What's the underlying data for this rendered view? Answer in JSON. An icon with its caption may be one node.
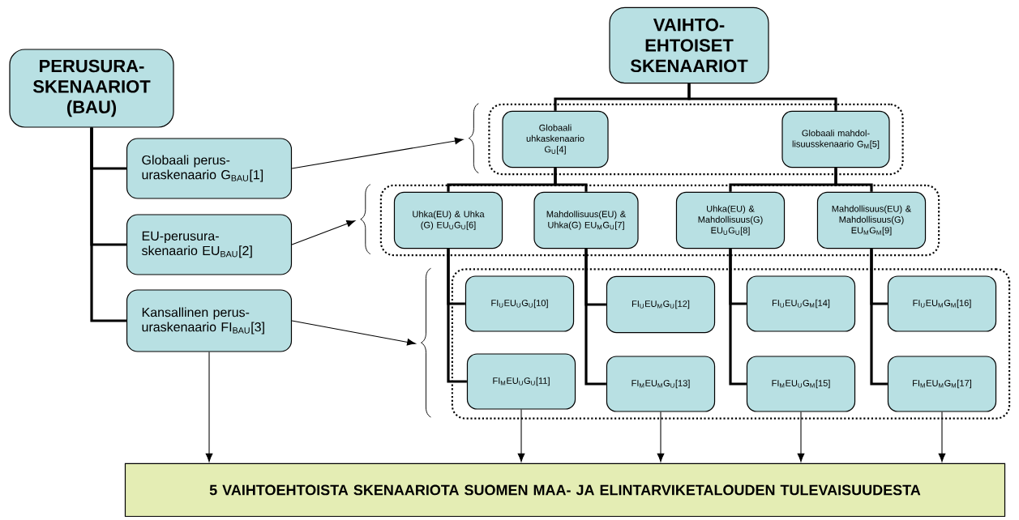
{
  "diagram": {
    "nodes": [
      {
        "text": [
          "PERUSURA- SKENAARIOT (BAU)"
        ]
      },
      {
        "text": [
          "Globaali perus- uraskenaario G$_{BAU}$[1]"
        ]
      },
      {
        "text": [
          "EU-perusura- skenaario EU$_{BAU}$[2]"
        ]
      },
      {
        "text": [
          "Kansallinen perus- uraskenaario FI$_{BAU}$[3]"
        ]
      },
      {
        "text": [
          "VAIHTO- EHTOISET SKENAARIOT"
        ]
      },
      {
        "text": [],
        "shape": "box"
      },
      {
        "text": [
          "Globaali uhkaskenaario G$_{U}$[4]"
        ],
        "in": 5
      },
      {
        "text": [
          "Globaali mahdol- lisuusskenaario G$_{M}$[5]"
        ],
        "in": 5
      },
      {
        "text": [],
        "shape": "box"
      },
      {
        "text": [
          "Uhka(EU) & Uhka (G) EU$_{U}$G$_{U}$[6]"
        ],
        "in": 8
      },
      {
        "text": [
          "Mahdollisuus(EU) & Uhka(G) EU$_{M}$G$_{U}$[7]"
        ],
        "in": 8
      },
      {
        "text": [
          "Uhka(EU) & Mahdollisuus(G) EU$_{U}$G$_{U}$[8]"
        ],
        "in": 8
      },
      {
        "text": [
          "Mahdollisuus(EU) & Mahdollisuus(G) EU$_{M}$G$_{M}$[9]"
        ],
        "in": 8
      },
      {
        "text": [],
        "shape": "box"
      },
      {
        "text": [
          "FI$_{U}$EU$_{U}$G$_{U}$[10]"
        ],
        "in": 13
      },
      {
        "text": [
          "FI$_{M}$EU$_{U}$G$_{U}$[11]"
        ],
        "in": 13
      },
      {
        "text": [
          "FI$_{U}$EU$_{M}$G$_{U}$[12]"
        ],
        "in": 13
      },
      {
        "text": [
          "FI$_{M}$EU$_{M}$G$_{U}$[13]"
        ],
        "in": 13
      },
      {
        "text": [
          "FI$_{U}$EU$_{U}$G$_{M}$[14]"
        ],
        "in": 13
      },
      {
        "text": [
          "FI$_{M}$EU$_{U}$G$_{M}$[15]"
        ],
        "in": 13
      },
      {
        "text": [
          "FI$_{U}$EU$_{M}$G$_{M}$[16]"
        ],
        "in": 13
      },
      {
        "text": [
          "FI$_{M}$EU$_{M}$G$_{M}$[17]"
        ],
        "in": 13
      },
      {
        "text": [
          "5 VAIHTOEHTOISTA SKENAARIOTA SUOMEN MAA- JA ELINTARVIKETALOUDEN TULEVAISUUDESTA"
        ]
      }
    ],
    "edges": [
      {
        "from": 0,
        "to": 1,
        "arrow": "none"
      },
      {
        "from": 0,
        "to": 2,
        "arrow": "none"
      },
      {
        "from": 0,
        "to": 3,
        "arrow": "none"
      },
      {
        "from": 4,
        "to": 6,
        "arrow": "none"
      },
      {
        "from": 4,
        "to": 7,
        "arrow": "none"
      },
      {
        "from": 6,
        "to": 9,
        "arrow": "none"
      },
      {
        "from": 6,
        "to": 10,
        "arrow": "none"
      },
      {
        "from": 7,
        "to": 11,
        "arrow": "none"
      },
      {
        "from": 7,
        "to": 12,
        "arrow": "none"
      },
      {
        "from": 9,
        "to": 14,
        "arrow": "none"
      },
      {
        "from": 9,
        "to": 15,
        "arrow": "none"
      },
      {
        "from": 10,
        "to": 16,
        "arrow": "none"
      },
      {
        "from": 10,
        "to": 17,
        "arrow": "none"
      },
      {
        "from": 11,
        "to": 18,
        "arrow": "none"
      },
      {
        "from": 11,
        "to": 19,
        "arrow": "none"
      },
      {
        "from": 12,
        "to": 20,
        "arrow": "none"
      },
      {
        "from": 12,
        "to": 21,
        "arrow": "none"
      },
      {
        "from": 1,
        "to": 5,
        "arrow": "to"
      },
      {
        "from": 2,
        "to": 8,
        "arrow": "to"
      },
      {
        "from": 3,
        "to": 13,
        "arrow": "to"
      },
      {
        "from": 3,
        "to": 22,
        "arrow": "to"
      },
      {
        "from": 15,
        "to": 22,
        "arrow": "to"
      },
      {
        "from": 17,
        "to": 22,
        "arrow": "to"
      },
      {
        "from": 19,
        "to": 22,
        "arrow": "to"
      },
      {
        "from": 21,
        "to": 22,
        "arrow": "to"
      }
    ]
  }
}
